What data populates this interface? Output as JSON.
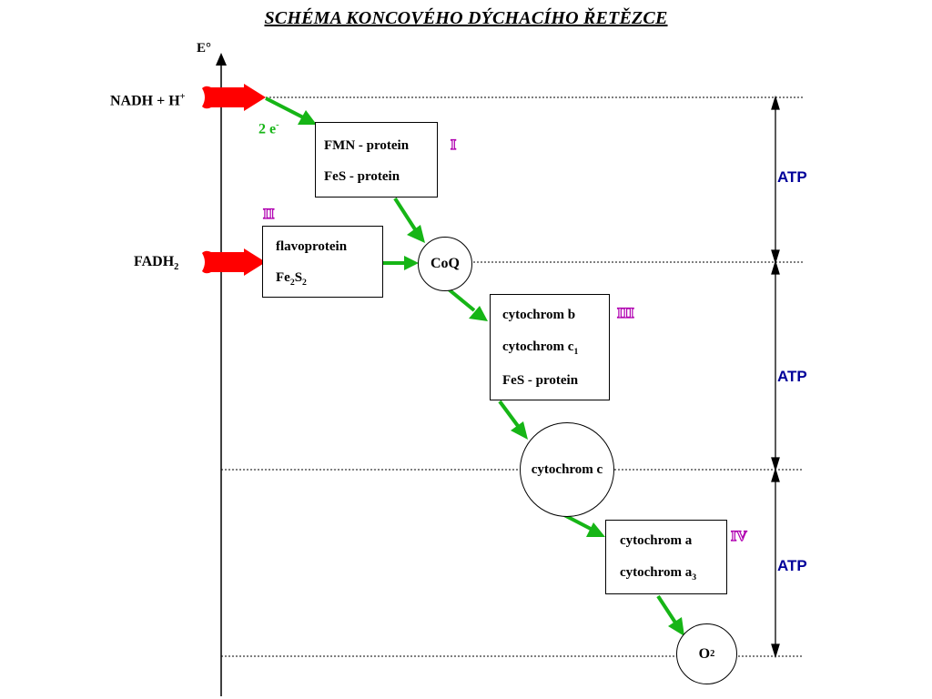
{
  "title": "SCHÉMA KONCOVÉHO DÝCHACÍHO ŘETĚZCE",
  "axis": {
    "label": "E°"
  },
  "inputs": {
    "nadh": "NADH + H",
    "nadh_sup": "+",
    "fadh": "FADH",
    "fadh_sub": "2",
    "electrons": "2 e",
    "electrons_sup": "-"
  },
  "complexes": {
    "I": {
      "numeral": "I",
      "line1": "FMN - protein",
      "line2": "FeS - protein"
    },
    "II": {
      "numeral": "II",
      "line1": "flavoprotein",
      "line2_a": "Fe",
      "line2_sub1": "2",
      "line2_b": "S",
      "line2_sub2": "2"
    },
    "III": {
      "numeral": "III",
      "line1": "cytochrom b",
      "line2": "cytochrom c",
      "line2_sub": "1",
      "line3": "FeS - protein"
    },
    "IV": {
      "numeral": "IV",
      "line1": "cytochrom a",
      "line2": "cytochrom a",
      "line2_sub": "3"
    }
  },
  "carriers": {
    "coq": "CoQ",
    "cytc": "cytochrom c",
    "o2": "O",
    "o2_sub": "2"
  },
  "atp": [
    "ATP",
    "ATP",
    "ATP"
  ],
  "colors": {
    "arrow_green": "#16b516",
    "input_red": "#ff0000",
    "roman_magenta": "#b000b0",
    "atp_blue": "#00009a"
  }
}
